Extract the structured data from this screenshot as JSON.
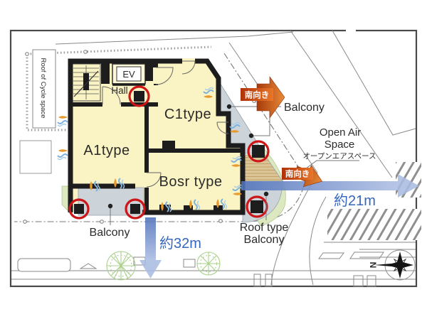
{
  "floor_plan": {
    "rooms": {
      "a1": "A1type",
      "c1": "C1type",
      "bosr": "Bosr type",
      "hall": "Hall",
      "elevator": "EV"
    },
    "areas": {
      "cycle_space": "Roof of Cycle space",
      "balcony_right": "Balcony",
      "balcony_bottom": "Balcony",
      "roof_balcony_line1": "Roof type",
      "roof_balcony_line2": "Balcony",
      "open_air_line1": "Open Air",
      "open_air_line2": "Space",
      "open_air_jp": "オープンエアスペース"
    },
    "orientation": {
      "south_badge_top": "南向き",
      "south_badge_right": "南向き",
      "compass_north": "N"
    },
    "dimensions": {
      "east_width": "約21m",
      "south_width": "約32m"
    },
    "colors": {
      "room_fill": "#faf3c3",
      "wall": "#1d1d1d",
      "balcony_fill": "#ccd4da",
      "deck_fill": "#d9c291",
      "green_space": "#dce8c0",
      "tree": "#abd08c",
      "highlight_circle": "#cc1618",
      "south_badge_bg": "#c0390e",
      "south_arrow": "#d96c24",
      "distance_arrow": "#5f81c4",
      "distance_text": "#3566c0",
      "wind_warm": "#e79a2e",
      "wind_cool": "#7fb2dd",
      "line": "#8a8a8a"
    }
  }
}
